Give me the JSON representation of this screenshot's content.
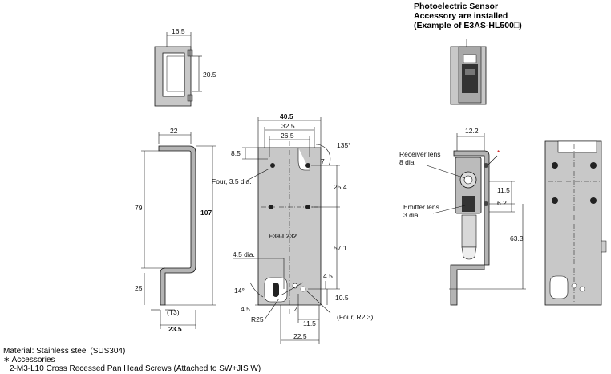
{
  "header": {
    "line1": "Photoelectric Sensor",
    "line2": "Accessory are installed",
    "line3": "(Example of E3AS-HL500□)"
  },
  "top_view": {
    "width": "16.5",
    "height": "20.5"
  },
  "side_view": {
    "top": "22",
    "height_79": "79",
    "height_107": "107",
    "bottom_25": "25",
    "t3": "(T3)",
    "bottom_width": "23.5"
  },
  "front_view": {
    "w405": "40.5",
    "w325": "32.5",
    "w265": "26.5",
    "h85": "8.5",
    "angle135": "135°",
    "h7": "7",
    "four35": "Four, 3.5 dia.",
    "h254": "25.4",
    "part_label": "E39-L232",
    "h571": "57.1",
    "dia45": "4.5 dia.",
    "angle14": "14°",
    "h45r": "4.5",
    "h105": "10.5",
    "w45l": "4.5",
    "w4": "4",
    "r25": "R25",
    "w115": "11.5",
    "fourR23": "(Four, R2.3)",
    "w225": "22.5"
  },
  "sensor_view": {
    "w122": "12.2",
    "receiver": "Receiver lens",
    "receiver_dia": "8 dia.",
    "star": "*",
    "h115": "11.5",
    "emitter": "Emitter lens",
    "emitter_dia": "3 dia.",
    "h62": "6.2",
    "h633": "63.3"
  },
  "notes": {
    "material": "Material: Stainless steel (SUS304)",
    "accessories": "∗ Accessories",
    "screws": "2-M3-L10 Cross Recessed Pan Head Screws (Attached to SW+JIS W)"
  }
}
